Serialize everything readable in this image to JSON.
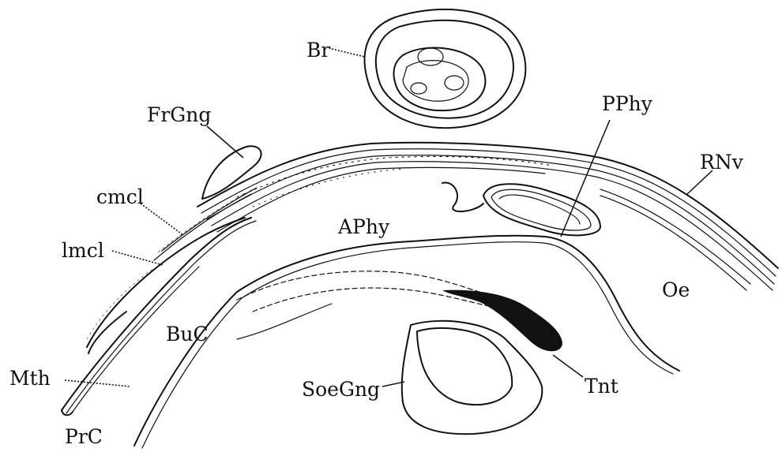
{
  "labels": {
    "br": "Br",
    "frgng": "FrGng",
    "pphy": "PPhy",
    "rnv": "RNv",
    "cmcl": "cmcl",
    "aphy": "APhy",
    "lmcl": "lmcl",
    "oe": "Oe",
    "buc": "BuC",
    "mth": "Mth",
    "soegng": "SoeGng",
    "tnt": "Tnt",
    "prc": "PrC"
  }
}
